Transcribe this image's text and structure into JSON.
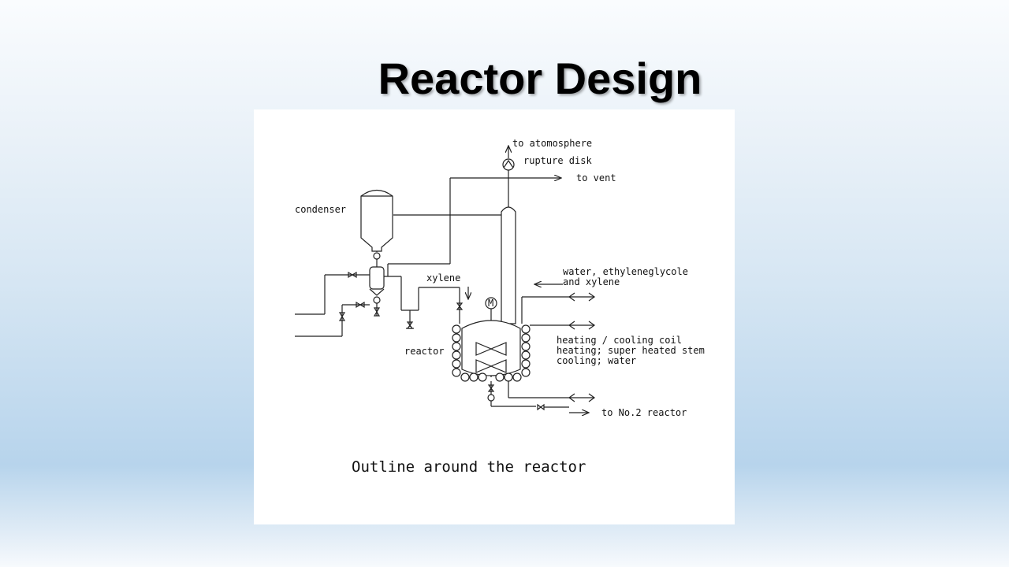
{
  "slide": {
    "title": "Reactor Design"
  },
  "diagram": {
    "labels": {
      "to_atmosphere": "to atomosphere",
      "rupture_disk": "rupture disk",
      "to_vent": "to vent",
      "condenser": "condenser",
      "water_line1": "water, ethyleneglycole",
      "water_line2": "and xylene",
      "xylene": "xylene",
      "motor": "M",
      "reactor": "reactor",
      "coil_line1": "heating / cooling coil",
      "coil_line2": "heating; super heated stem",
      "coil_line3": "cooling; water",
      "to_no2_reactor": "to No.2 reactor"
    },
    "caption": "Outline around the reactor"
  }
}
